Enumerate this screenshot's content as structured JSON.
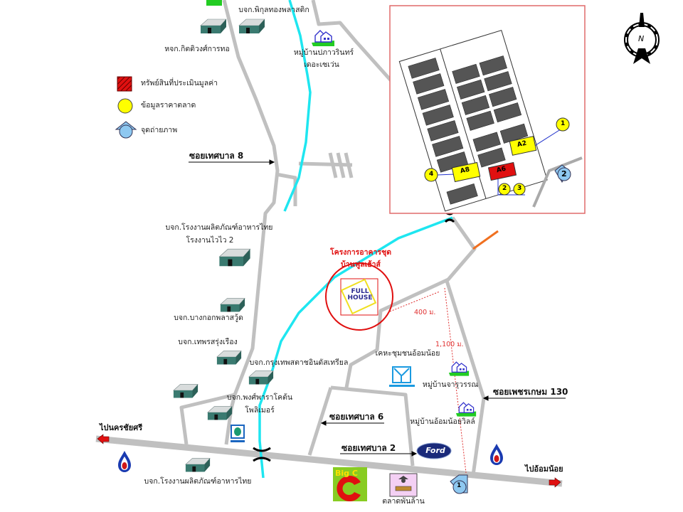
{
  "legend": {
    "items": [
      {
        "label": "ทรัพย์สินที่ประเมินมูลค่า",
        "icon": "hatched-red-square",
        "color": "#e01010"
      },
      {
        "label": "ข้อมูลราคาตลาด",
        "icon": "yellow-circle",
        "color": "#ffff00"
      },
      {
        "label": "จุดถ่ายภาพ",
        "icon": "photo-point",
        "color": "#8ec8f0"
      }
    ]
  },
  "roads": {
    "soi_8": "ซอยเทศบาล 8",
    "soi_6": "ซอยเทศบาล 6",
    "soi_2": "ซอยเทศบาล 2",
    "soi_petchkasem": "ซอยเพชรเกษม 130",
    "to_nakhon_chai_si": "ไปนครชัยศรี",
    "to_om_noi": "ไปอ้อมน้อย"
  },
  "places": {
    "pikul_thong": "บจก.พิกุลทองพลาสติก",
    "kittiwong": "หจก.กิตติวงศ์การทอ",
    "village_paphawarin_1": "หมู่บ้านปภาวรินทร์",
    "village_paphawarin_2": "เดอะเซเว่น",
    "waiwai_1": "บจก.โรงงานผลิตภัณฑ์อาหารไทย",
    "waiwai_2": "โรงงานไวไว 2",
    "bangkok_plaswood": "บจก.บางกอกพลาสวู้ด",
    "theprot": "บจก.เทพรสรุ่งเรือง",
    "bangkok_starch": "บจก.กรุงเทพสตาชอินดัสเทรียล",
    "pong_para_1": "บจก.พงศ์พาราโคต้น",
    "pong_para_2": "โพลิเมอร์",
    "kheha": "เคหะชุมชนอ้อมน้อย",
    "village_jaruwan": "หมู่บ้านจารุวรรณ",
    "village_omnoi_ville": "หมู่บ้านอ้อมน้อยวิลล์",
    "thai_food_factory": "บจก.โรงงานผลิตภัณฑ์อาหารไทย",
    "market": "ตลาดพันล้าน",
    "ford": "Ford",
    "bigc": "Big C"
  },
  "subject": {
    "title_1": "โครงการอาคารชุด",
    "title_2": "บ้านฟูลเฮ้าส์",
    "logo_1": "FULL",
    "logo_2": "HOUSE"
  },
  "distances": {
    "d1": "400 ม.",
    "d2": "1,100 ม."
  },
  "photo_points": {
    "main": "1",
    "inset": "2"
  },
  "inset": {
    "units": {
      "a2": "A2",
      "a8": "A8",
      "a6": "A6"
    },
    "markers": [
      "1",
      "2",
      "3",
      "4"
    ]
  },
  "compass": {
    "label": "N"
  },
  "colors": {
    "road": "#c0c0c0",
    "canal": "#1ee6f0",
    "subject": "#e01010",
    "market_data": "#ffff00",
    "photo": "#8ec8f0"
  }
}
